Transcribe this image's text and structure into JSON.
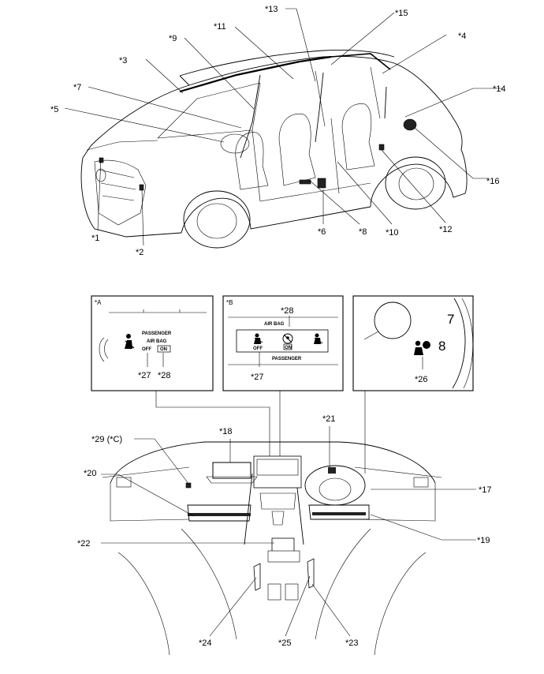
{
  "callouts": {
    "c1": "*1",
    "c2": "*2",
    "c3": "*3",
    "c4": "*4",
    "c5": "*5",
    "c6": "*6",
    "c7": "*7",
    "c8": "*8",
    "c9": "*9",
    "c10": "*10",
    "c11": "*11",
    "c12": "*12",
    "c13": "*13",
    "c14": "*14",
    "c15": "*15",
    "c16": "*16",
    "c17": "*17",
    "c18": "*18",
    "c19": "*19",
    "c20": "*20",
    "c21": "*21",
    "c22": "*22",
    "c23": "*23",
    "c24": "*24",
    "c25": "*25",
    "c26": "*26",
    "c29": "*29 (*C)"
  },
  "panel_a": {
    "label": "*A",
    "line1": "PASSENGER",
    "line2": "AIR BAG",
    "off": "OFF",
    "on": "ON",
    "c27": "*27",
    "c28": "*28"
  },
  "panel_b": {
    "label": "*B",
    "c28": "*28",
    "c27": "*27",
    "air_bag": "AIR BAG",
    "passenger": "PASSENGER",
    "off": "OFF",
    "on": "ON"
  },
  "panel_c": {
    "gauge_7": "7",
    "gauge_8": "8",
    "c26": "*26"
  }
}
